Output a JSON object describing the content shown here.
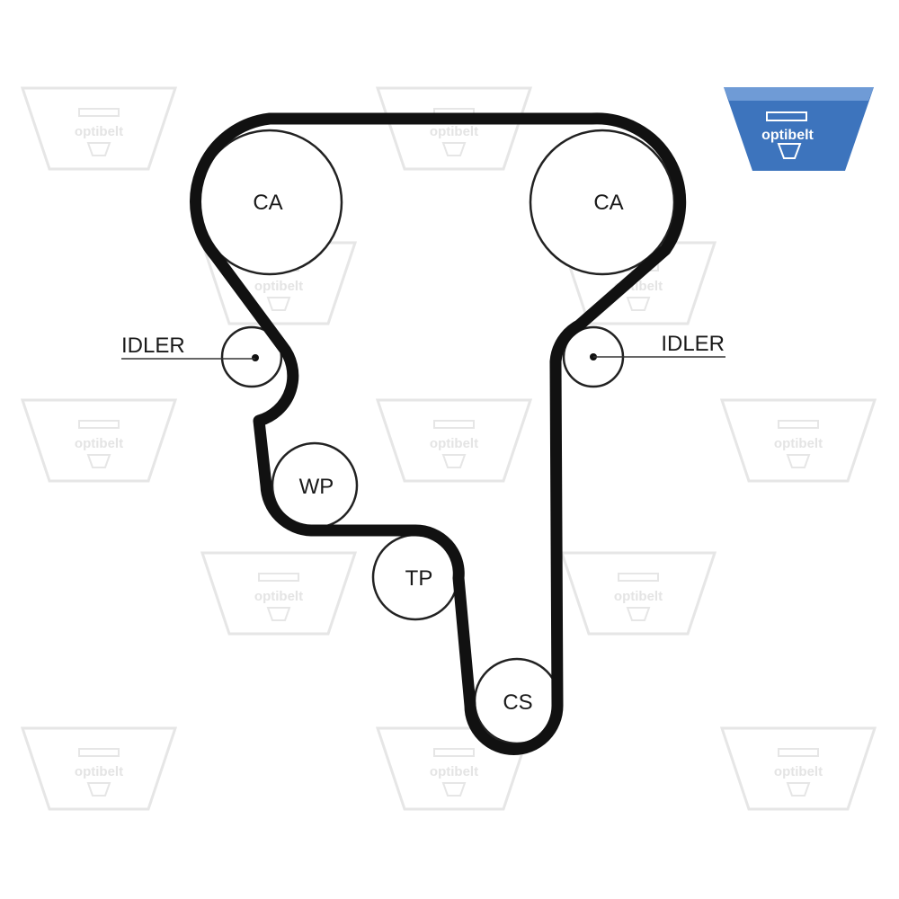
{
  "diagram": {
    "pulleys": {
      "cam_left": "CA",
      "cam_right": "CA",
      "idler_left": "IDLER",
      "idler_right": "IDLER",
      "water_pump": "WP",
      "tensioner": "TP",
      "crankshaft": "CS"
    }
  },
  "brand": {
    "logo_text": "optibelt",
    "logo_color": "#3a6fb5",
    "watermark_text": "optibelt"
  },
  "colors": {
    "belt": "#111111",
    "pulley_stroke": "#222222",
    "watermark": "#e6e6e6"
  }
}
